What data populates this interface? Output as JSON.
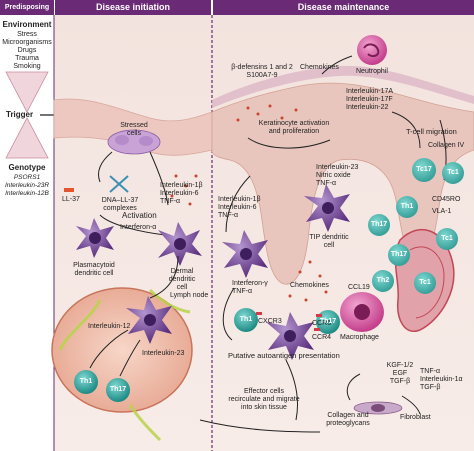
{
  "headers": {
    "predisposing": "Predisposing factors",
    "initiation": "Disease initiation",
    "maintenance": "Disease maintenance"
  },
  "left": {
    "environment_title": "Environment",
    "environment_items": "Stress\nMicroorganisms\nDrugs\nTrauma\nSmoking",
    "trigger": "Trigger",
    "genotype_title": "Genotype",
    "genotype_items": "PSORS1\nInterleukin-23R\nInterleukin-12B"
  },
  "initiation": {
    "stressed_cells": "Stressed\ncells",
    "il37": "LL-37",
    "dna_ll37": "DNA–LL-37\ncomplexes",
    "cytokines": "Interleukin-1β\nInterleukin-6\nTNF-α",
    "activation": "Activation",
    "interferon": "Interferon-α",
    "plasmacytoid": "Plasmacytoid\ndendritic cell",
    "dermal_dc": "Dermal\ndendritic\ncell",
    "lymph_node": "Lymph node",
    "il12": "Interleukin-12",
    "il23": "Interleukin-23",
    "th1": "Th1",
    "th17": "Th17"
  },
  "maintenance": {
    "defensins": "β-defensins 1 and 2\nS100A7-9",
    "chemokines_top": "Chemokines",
    "neutrophil": "Neutrophil",
    "il17": "Interleukin-17A\nInterleukin-17F\nInterleukin-22",
    "keratinocyte": "Keratinocyte activation\nand proliferation",
    "tcell_migration": "T-cell migration",
    "collagen": "Collagen IV",
    "il23_no": "Interleukin-23\nNitric oxide\nTNF-α",
    "tip_dc": "TIP dendritic\ncell",
    "il1b_set": "Interleukin-1β\nInterleukin-6\nTNF-α",
    "ifn_gamma": "Interferon-γ\nTNF-α",
    "chemokines_mid": "Chemokines",
    "cd45ro": "CD45RO",
    "vla1": "VLA-1",
    "ccl19": "CCL19",
    "cxcr3": "CXCR3",
    "ccr6": "CCR6",
    "ccr4": "CCR4",
    "autoantigen": "Putative autoantigen presentation",
    "macrophage": "Macrophage",
    "effector": "Effector cells\nrecirculate and migrate\ninto skin tissue",
    "kgf": "KGF-1/2\nEGF\nTGF-β",
    "tnf_set": "TNF-α\nInterleukin-1α\nTGF-β",
    "collagen_prot": "Collagen and\nproteoglycans",
    "fibroblast": "Fibroblast",
    "th1": "Th1",
    "th17": "Th17",
    "th2": "Th2",
    "tc1": "Tc1",
    "tc17": "Tc17"
  },
  "colors": {
    "header": "#6a2a75",
    "epidermis": "#f2dcd6",
    "dermis": "#f6ebe6",
    "tcell": "#2fa7a1",
    "dendritic": "#7a4c9c",
    "neutrophil": "#e05aa0",
    "macrophage": "#b64aa0",
    "vessel": "#d6485a"
  }
}
